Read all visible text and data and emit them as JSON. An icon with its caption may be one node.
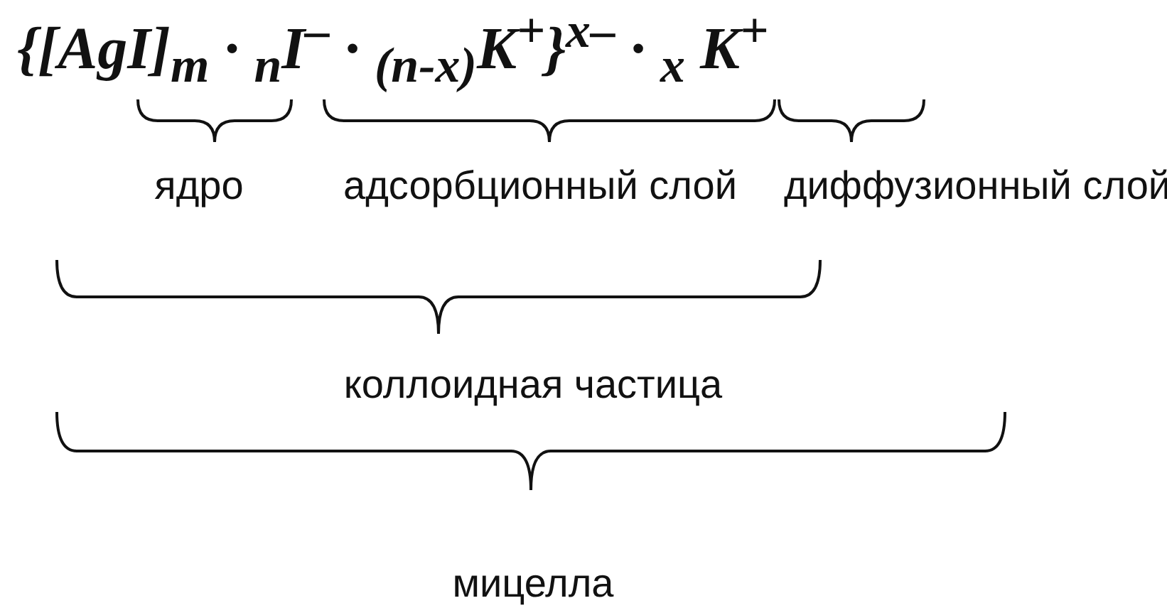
{
  "diagram": {
    "labels": [
      "{[AgI]$_{m}$  · $_{n}$I$^{–}$ · $_{(n-x)}$K$^{+}$}$^{x–}$ · $_{x}$ K$^{+}$",
      "ядро",
      "адсорбционный слой",
      "диффузионный слой",
      "коллоидная частица",
      "мицелла"
    ]
  }
}
